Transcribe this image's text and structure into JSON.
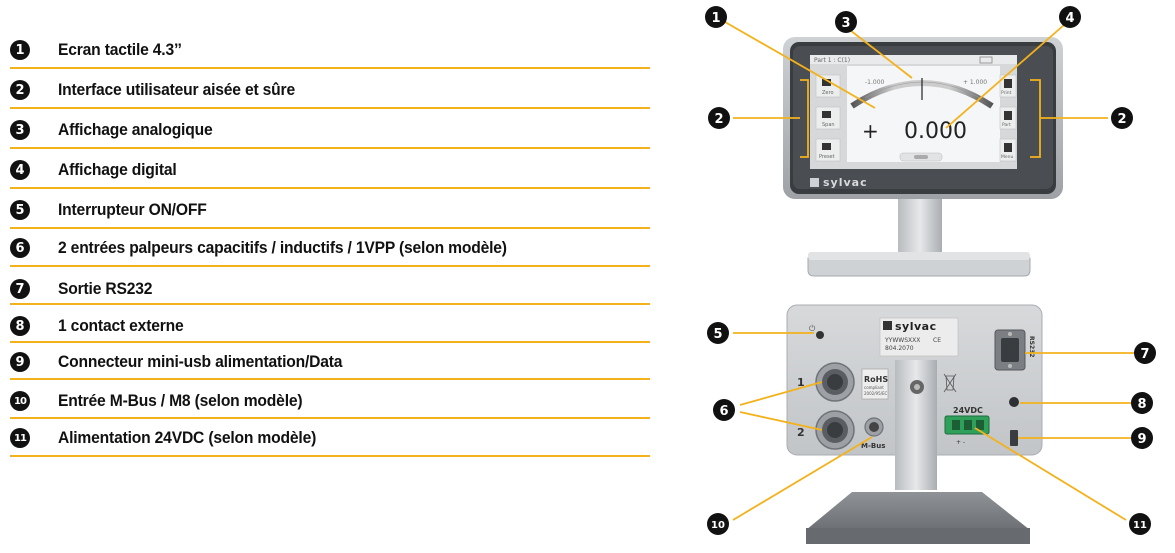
{
  "legend": {
    "items": [
      {
        "num": "1",
        "label": "Ecran tactile 4.3’’"
      },
      {
        "num": "2",
        "label": "Interface utilisateur aisée et sûre"
      },
      {
        "num": "3",
        "label": "Affichage analogique"
      },
      {
        "num": "4",
        "label": "Affichage digital"
      },
      {
        "num": "5",
        "label": "Interrupteur ON/OFF"
      },
      {
        "num": "6",
        "label": "2 entrées palpeurs capacitifs / inductifs / 1VPP (selon modèle)"
      },
      {
        "num": "7",
        "label": "Sortie RS232"
      },
      {
        "num": "8",
        "label": "1 contact externe"
      },
      {
        "num": "9",
        "label": "Connecteur mini-usb alimentation/Data"
      },
      {
        "num": "10",
        "label": "Entrée M-Bus / M8 (selon modèle)"
      },
      {
        "num": "11",
        "label": "Alimentation 24VDC (selon modèle)"
      }
    ]
  },
  "front": {
    "brand": "sylvac",
    "display_sign": "+",
    "display_value": "0.000",
    "header_left": "Part 1 : C(1)",
    "scale_left": "-1.000",
    "scale_right": "+ 1.000",
    "btn_left": [
      "Zero",
      "Span",
      "Preset"
    ],
    "btn_right": [
      "Print",
      "Part",
      "Menu"
    ]
  },
  "back": {
    "brand": "sylvac",
    "serial_line1": "YYWWSXXX",
    "serial_line2": "804.2070",
    "ce": "CE",
    "rohs": "RoHS",
    "rohs_sub1": "compliant",
    "rohs_sub2": "2002/95/EC",
    "label_rs232": "RS232",
    "label_24vdc": "24VDC",
    "label_mbus": "M-Bus",
    "port1": "1",
    "port2": "2",
    "power_symbol": "⏻",
    "polarity": "+ -"
  },
  "callouts": [
    "1",
    "2",
    "3",
    "4",
    "5",
    "6",
    "7",
    "8",
    "9",
    "10",
    "11",
    "2"
  ],
  "colors": {
    "accent": "#f3b21b",
    "marker": "#111111"
  }
}
